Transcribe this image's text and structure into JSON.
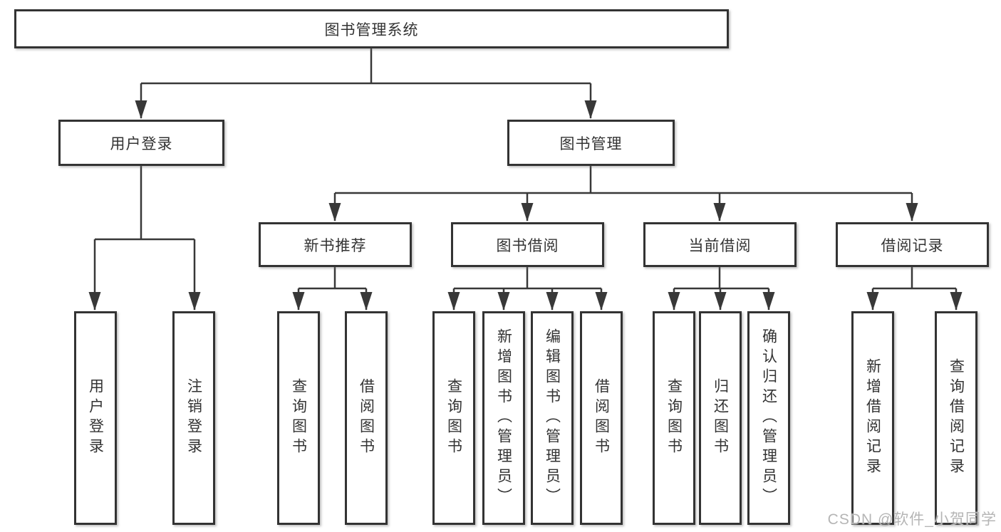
{
  "diagram": {
    "title": "图书管理系统",
    "level2": {
      "user_login": "用户登录",
      "book_mgmt": "图书管理"
    },
    "level3": {
      "new_book": "新书推荐",
      "book_borrow": "图书借阅",
      "current_borrow": "当前借阅",
      "borrow_record": "借阅记录"
    },
    "leaves": {
      "user_login": [
        "用户登录",
        "注销登录"
      ],
      "new_book": [
        "查询图书",
        "借阅图书"
      ],
      "book_borrow": [
        "查询图书",
        "新增图书（管理员）",
        "编辑图书（管理员）",
        "借阅图书"
      ],
      "current_borrow": [
        "查询图书",
        "归还图书",
        "确认归还（管理员）"
      ],
      "borrow_record": [
        "新增借阅记录",
        "查询借阅记录"
      ]
    },
    "colors": {
      "line": "#383838",
      "box_border": "#333333",
      "box_fill": "#ffffff",
      "text": "#333333",
      "watermark": "#b5b5b5"
    },
    "watermark": "CSDN @软件_小贺同学"
  }
}
